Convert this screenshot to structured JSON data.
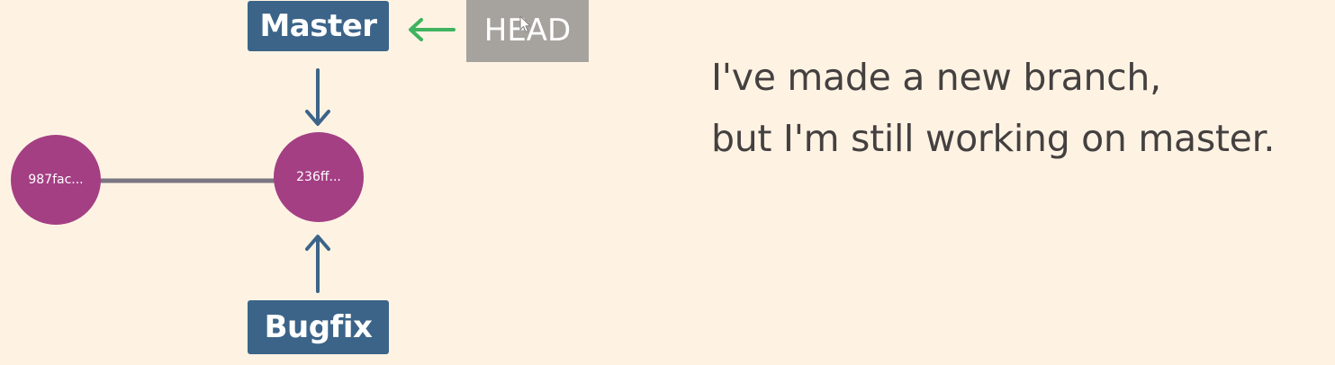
{
  "diagram": {
    "branches": {
      "master": "Master",
      "bugfix": "Bugfix",
      "head": "HEAD"
    },
    "commits": [
      {
        "id": "987fac..."
      },
      {
        "id": "236ff..."
      }
    ],
    "caption": {
      "line1": "I've made a new branch,",
      "line2": "but I'm still working on master."
    },
    "colors": {
      "background": "#fef3e3",
      "branch": "#3c6489",
      "commit": "#a43f84",
      "edge": "#7a7682",
      "head": "#a6a39e",
      "head_arrow": "#3fb35f",
      "text": "#454040"
    },
    "icons": {
      "pointer": "mouse-cursor-icon"
    }
  }
}
